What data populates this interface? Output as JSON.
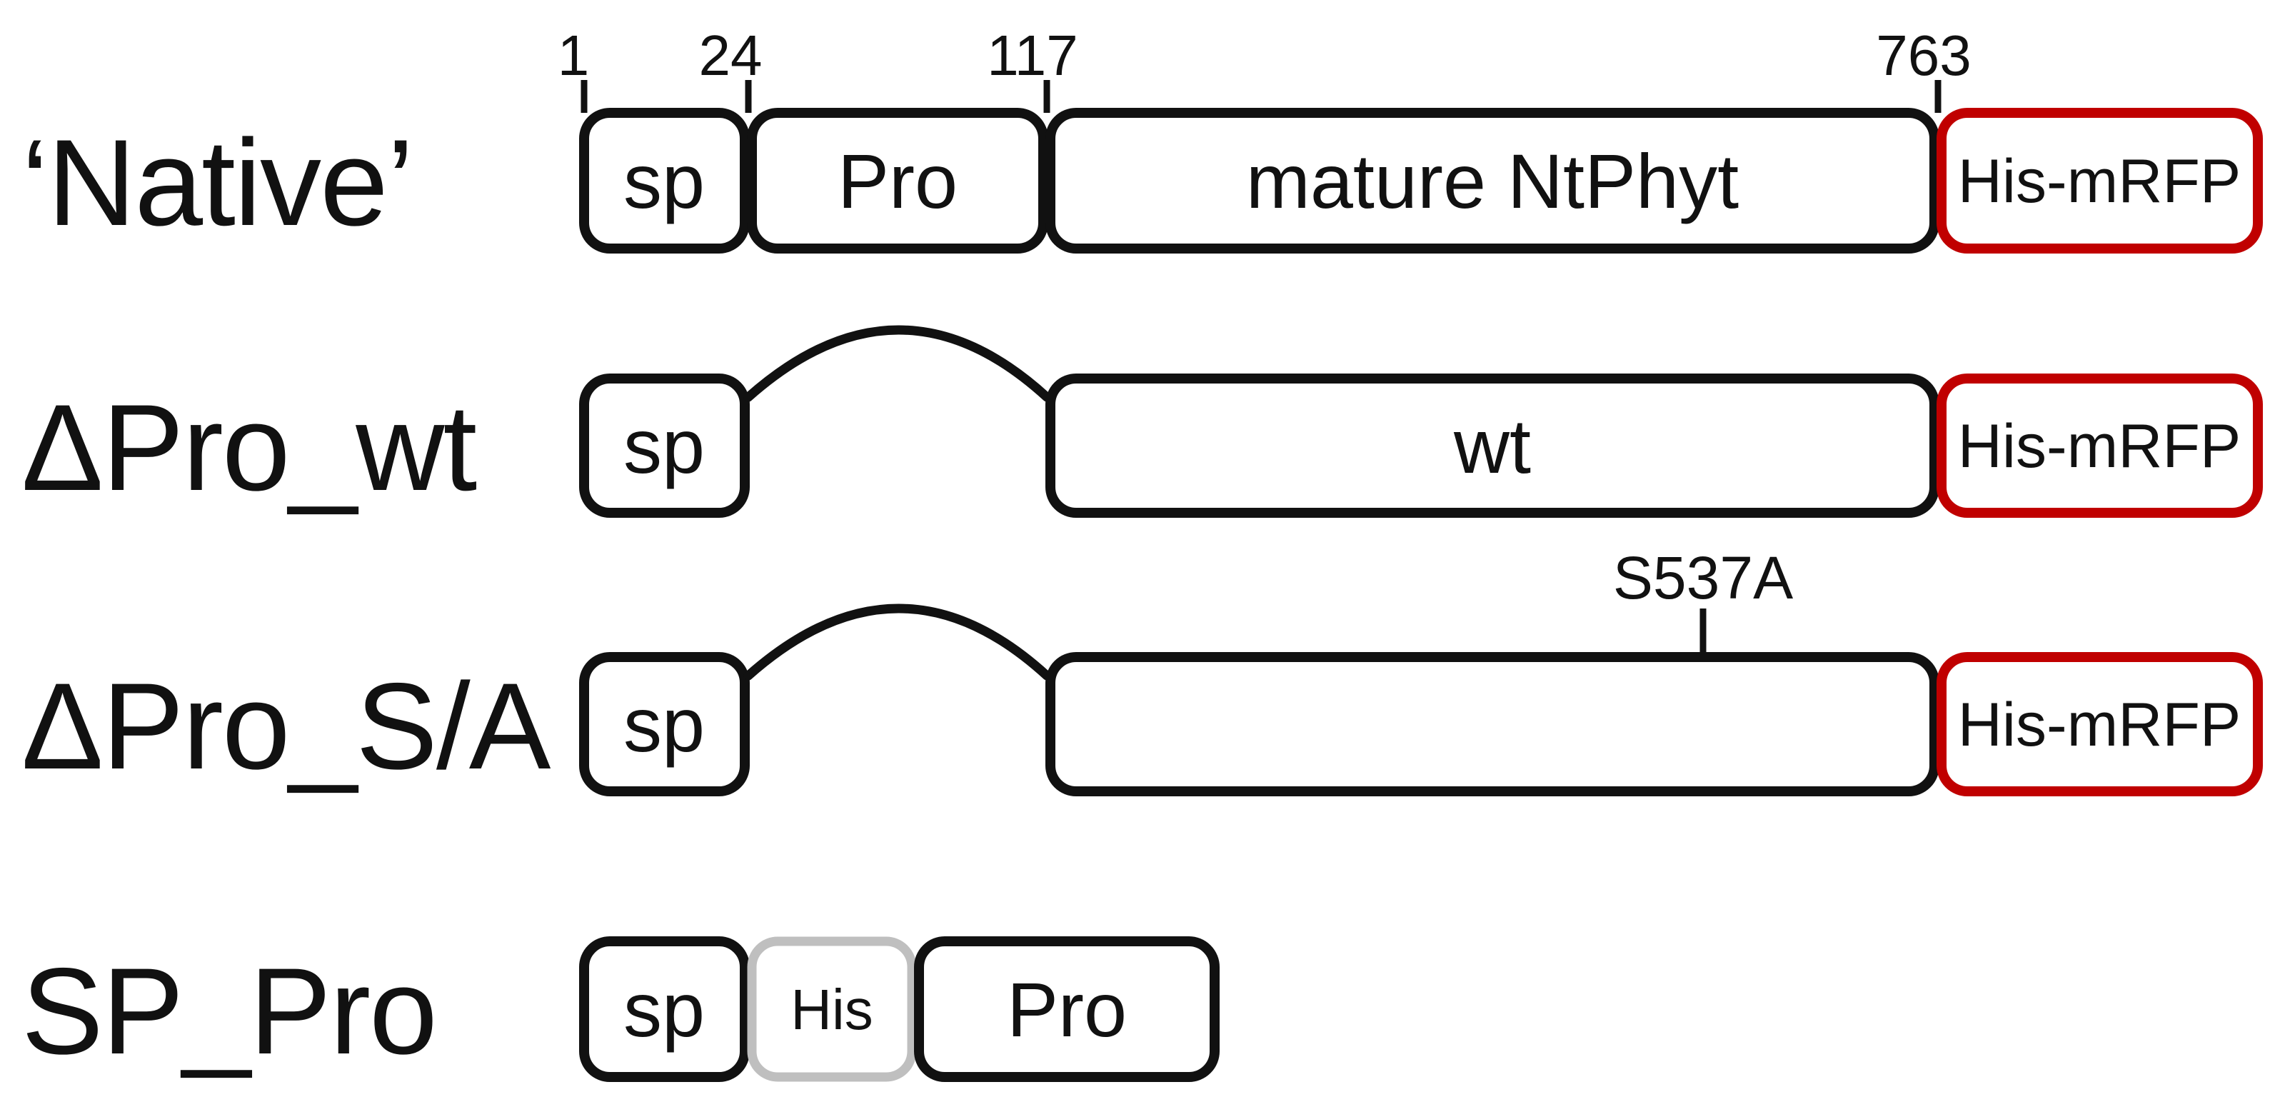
{
  "figure": {
    "description_type": "protein-construct-diagram",
    "colors": {
      "background": "#ffffff",
      "domain_border": "#111111",
      "rfp_border": "#c00000",
      "his_tag_border": "#bfbfbf",
      "text": "#111111"
    },
    "scale": {
      "ticks": [
        {
          "label": "1"
        },
        {
          "label": "24"
        },
        {
          "label": "117"
        },
        {
          "label": "763"
        }
      ]
    },
    "rows": [
      {
        "label": "‘Native’",
        "boxes": [
          {
            "label": "sp"
          },
          {
            "label": "Pro"
          },
          {
            "label": "mature NtPhyt"
          },
          {
            "label": "His-mRFP"
          }
        ]
      },
      {
        "label": "ΔPro_wt",
        "boxes": [
          {
            "label": "sp"
          },
          {
            "label": "wt"
          },
          {
            "label": "His-mRFP"
          }
        ]
      },
      {
        "label": "ΔPro_S/A",
        "mutation": "S537A",
        "boxes": [
          {
            "label": "sp"
          },
          {
            "label": ""
          },
          {
            "label": "His-mRFP"
          }
        ]
      },
      {
        "label": "SP_Pro",
        "boxes": [
          {
            "label": "sp"
          },
          {
            "label": "His"
          },
          {
            "label": "Pro"
          }
        ]
      }
    ]
  }
}
